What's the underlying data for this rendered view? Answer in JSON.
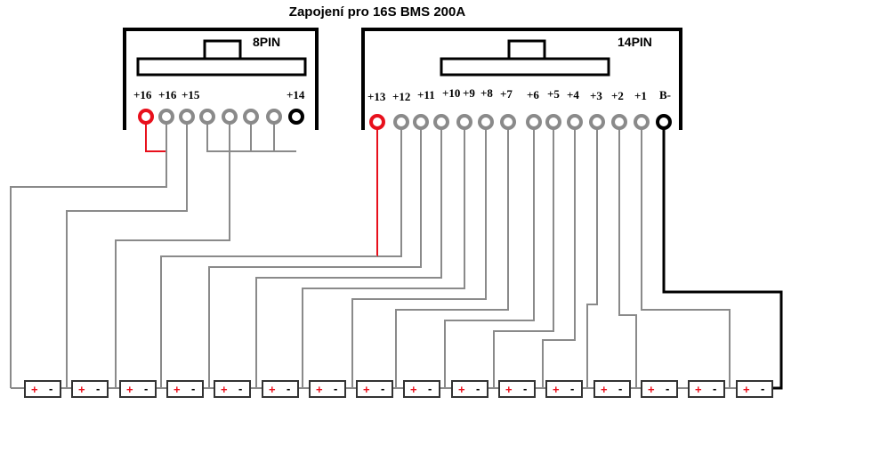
{
  "title": "Zapojení pro 16S BMS 200A",
  "connector_8pin": {
    "name": "8PIN",
    "labels": [
      "+16",
      "+16",
      "+15",
      "+14"
    ]
  },
  "connector_14pin": {
    "name": "14PIN",
    "labels": [
      "+13",
      "+12",
      "+11",
      "+10",
      "+9",
      "+8",
      "+7",
      "+6",
      "+5",
      "+4",
      "+3",
      "+2",
      "+1",
      "B-"
    ]
  },
  "cells": {
    "count": 16,
    "plus": "+",
    "minus": "-"
  },
  "colors": {
    "positive_pin": "#e8101c",
    "ground_pin": "#000000",
    "pin": "#8a8a8a",
    "wire": "#8a8a8a",
    "positive_wire": "#e8101c",
    "ground_wire": "#000000",
    "frame": "#000000"
  }
}
